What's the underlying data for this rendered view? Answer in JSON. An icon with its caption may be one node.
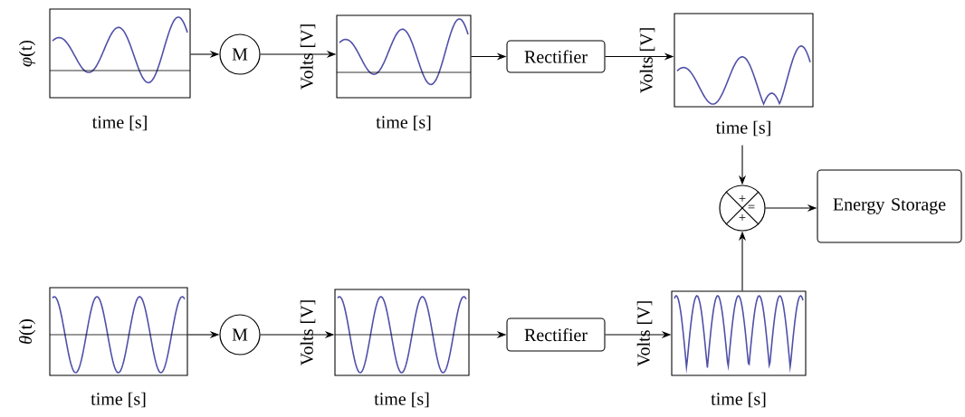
{
  "diagram": {
    "nodes": [
      {
        "text": [],
        "shape": "picture",
        "beside": [
          "*φ*(t)",
          "time [s]"
        ]
      },
      {
        "text": [
          "M"
        ]
      },
      {
        "text": [],
        "shape": "picture",
        "beside": [
          "Volts [V]",
          "time [s]"
        ]
      },
      {
        "text": [
          "Rectifier"
        ]
      },
      {
        "text": [],
        "shape": "picture",
        "beside": [
          "Volts [V]",
          "time [s]"
        ]
      },
      {
        "text": [
          "+",
          "=",
          "+"
        ]
      },
      {
        "text": [
          "Energy Storage"
        ]
      },
      {
        "text": [],
        "shape": "picture",
        "beside": [
          "*θ*(t)",
          "time [s]"
        ]
      },
      {
        "text": [
          "M"
        ]
      },
      {
        "text": [],
        "shape": "picture",
        "beside": [
          "Volts [V]",
          "time [s]"
        ]
      },
      {
        "text": [
          "Rectifier"
        ]
      },
      {
        "text": [],
        "shape": "picture",
        "beside": [
          "Volts [V]",
          "time [s]"
        ]
      }
    ],
    "edges": [
      {
        "from": 0,
        "to": 1,
        "arrow": "to"
      },
      {
        "from": 1,
        "to": 2,
        "arrow": "to"
      },
      {
        "from": 2,
        "to": 3,
        "arrow": "to"
      },
      {
        "from": 3,
        "to": 4,
        "arrow": "to"
      },
      {
        "from": 4,
        "to": 5,
        "arrow": "to"
      },
      {
        "from": 5,
        "to": 6,
        "arrow": "to"
      },
      {
        "from": 7,
        "to": 8,
        "arrow": "to"
      },
      {
        "from": 8,
        "to": 9,
        "arrow": "to"
      },
      {
        "from": 9,
        "to": 10,
        "arrow": "to"
      },
      {
        "from": 10,
        "to": 11,
        "arrow": "to"
      },
      {
        "from": 11,
        "to": 5,
        "arrow": "to"
      }
    ]
  }
}
